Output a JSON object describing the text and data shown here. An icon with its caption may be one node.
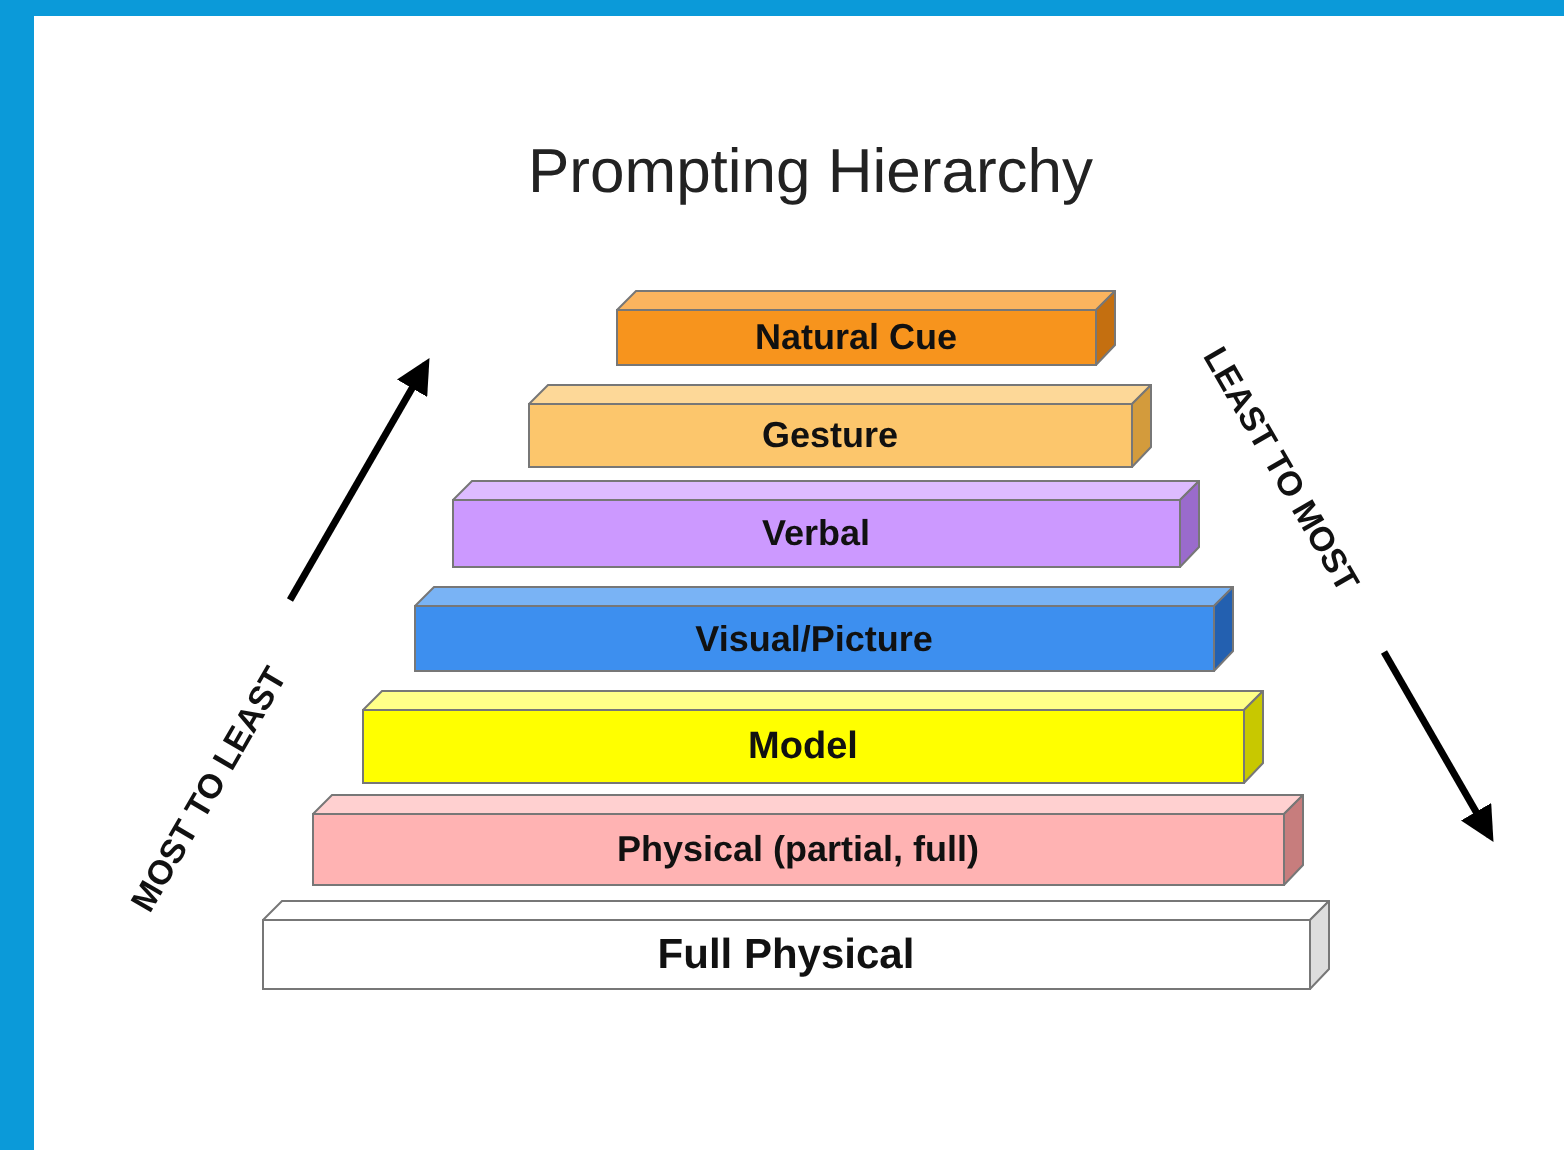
{
  "diagram": {
    "title": "Prompting Hierarchy",
    "nodes": [
      {
        "text": [
          "Natural Cue"
        ]
      },
      {
        "text": [
          "Gesture"
        ]
      },
      {
        "text": [
          "Verbal"
        ]
      },
      {
        "text": [
          "Visual/Picture"
        ]
      },
      {
        "text": [
          "Model"
        ]
      },
      {
        "text": [
          "Physical (partial, full)"
        ]
      },
      {
        "text": [
          "Full Physical"
        ]
      }
    ],
    "edges": [],
    "labels": [
      "MOST TO LEAST",
      "LEAST TO MOST"
    ]
  }
}
